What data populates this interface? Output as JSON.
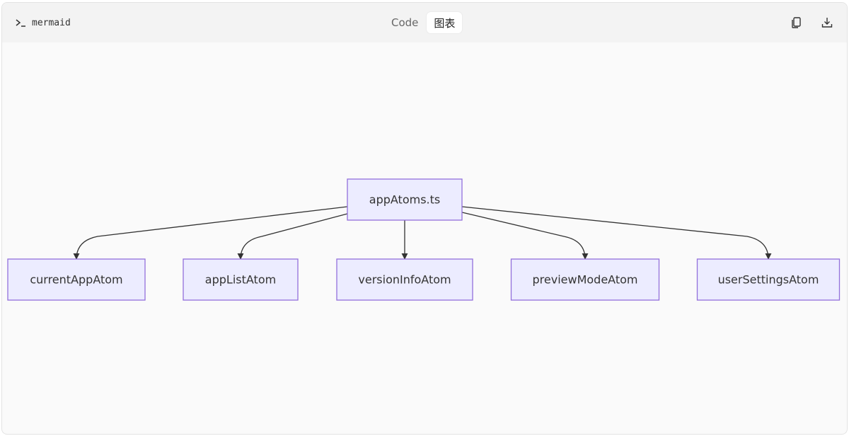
{
  "header": {
    "language": "mermaid",
    "tabs": [
      {
        "label": "Code",
        "active": false
      },
      {
        "label": "图表",
        "active": true
      }
    ],
    "actions": [
      {
        "name": "copy-icon"
      },
      {
        "name": "download-icon"
      }
    ]
  },
  "diagram": {
    "type": "flowchart",
    "direction": "TD",
    "root": {
      "id": "appAtoms",
      "label": "appAtoms.ts"
    },
    "children": [
      {
        "id": "currentAppAtom",
        "label": "currentAppAtom"
      },
      {
        "id": "appListAtom",
        "label": "appListAtom"
      },
      {
        "id": "versionInfoAtom",
        "label": "versionInfoAtom"
      },
      {
        "id": "previewModeAtom",
        "label": "previewModeAtom"
      },
      {
        "id": "userSettingsAtom",
        "label": "userSettingsAtom"
      }
    ],
    "colors": {
      "node_fill": "#ececff",
      "node_stroke": "#9370db",
      "edge": "#333333"
    }
  }
}
